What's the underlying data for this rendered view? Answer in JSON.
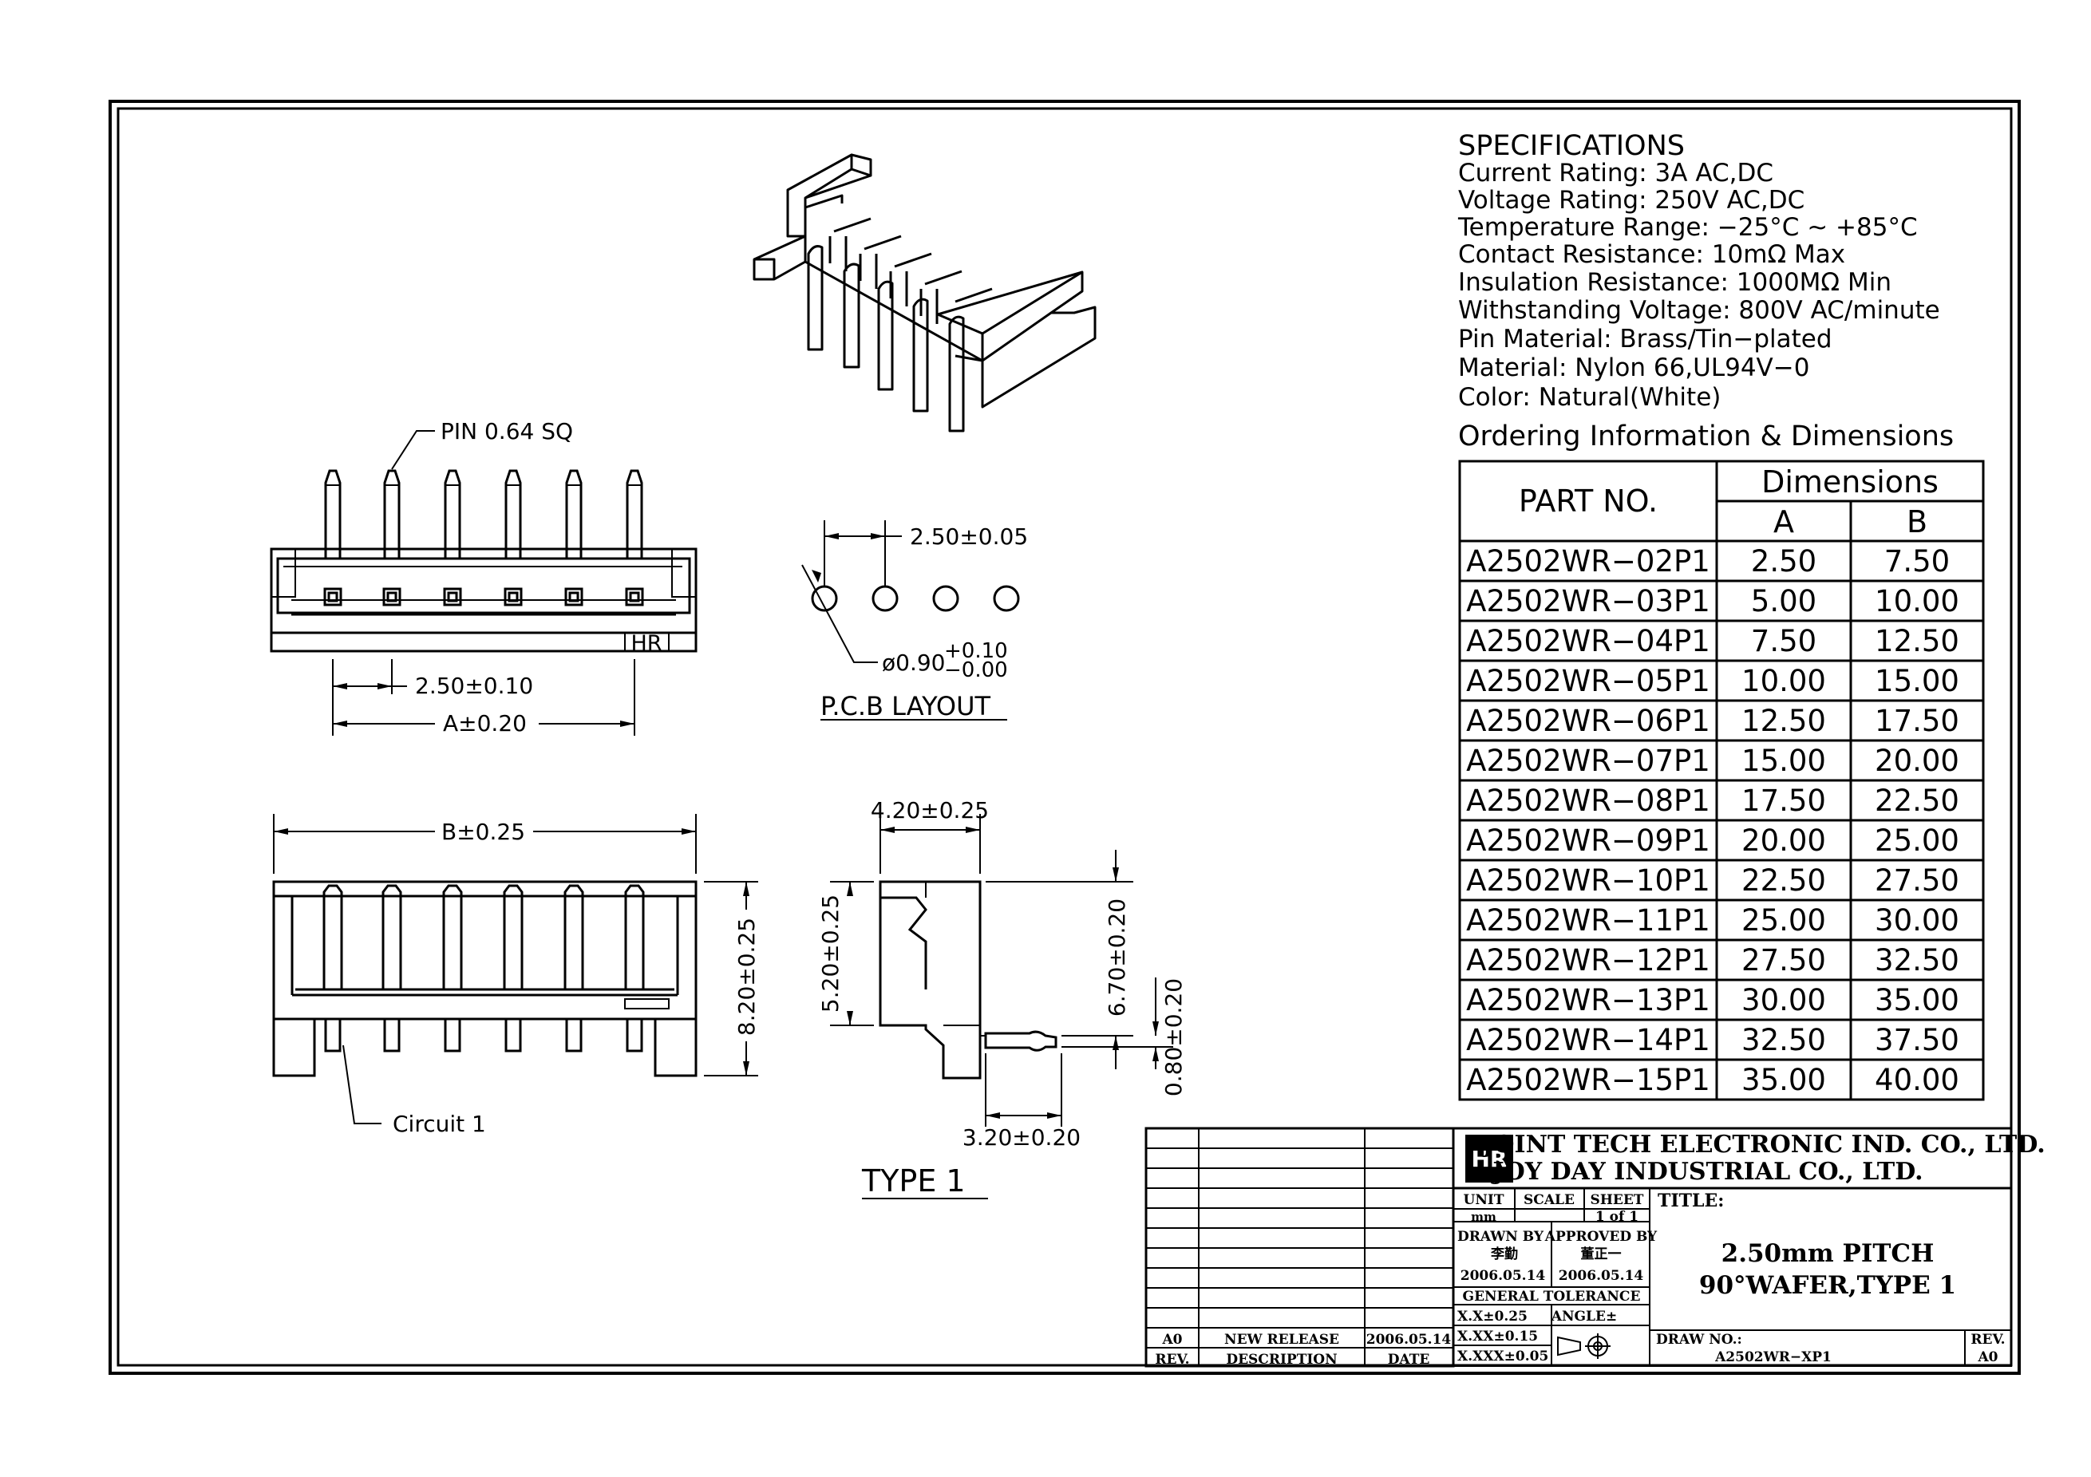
{
  "specs": {
    "title": "SPECIFICATIONS",
    "lines": [
      "Current  Rating:  3A  AC,DC",
      "Voltage  Rating:  250V  AC,DC",
      "Temperature  Range:  −25°C  ~  +85°C",
      "Contact  Resistance:  10mΩ  Max",
      "Insulation  Resistance:  1000MΩ  Min",
      "Withstanding  Voltage:  800V  AC/minute",
      "Pin  Material:  Brass/Tin−plated",
      "Material:  Nylon  66,UL94V−0",
      "Color:  Natural(White)"
    ],
    "ordering_title": "Ordering  Information  &  Dimensions"
  },
  "table": {
    "part_no_header": "PART  NO.",
    "dimensions_header": "Dimensions",
    "col_a": "A",
    "col_b": "B",
    "rows": [
      [
        "A2502WR−02P1",
        "2.50",
        "7.50"
      ],
      [
        "A2502WR−03P1",
        "5.00",
        "10.00"
      ],
      [
        "A2502WR−04P1",
        "7.50",
        "12.50"
      ],
      [
        "A2502WR−05P1",
        "10.00",
        "15.00"
      ],
      [
        "A2502WR−06P1",
        "12.50",
        "17.50"
      ],
      [
        "A2502WR−07P1",
        "15.00",
        "20.00"
      ],
      [
        "A2502WR−08P1",
        "17.50",
        "22.50"
      ],
      [
        "A2502WR−09P1",
        "20.00",
        "25.00"
      ],
      [
        "A2502WR−10P1",
        "22.50",
        "27.50"
      ],
      [
        "A2502WR−11P1",
        "25.00",
        "30.00"
      ],
      [
        "A2502WR−12P1",
        "27.50",
        "32.50"
      ],
      [
        "A2502WR−13P1",
        "30.00",
        "35.00"
      ],
      [
        "A2502WR−14P1",
        "32.50",
        "37.50"
      ],
      [
        "A2502WR−15P1",
        "35.00",
        "40.00"
      ]
    ]
  },
  "dims": {
    "pin": "PIN  0.64  SQ",
    "pitch_front": "2.50±0.10",
    "a": "A±0.20",
    "hr": "HR",
    "pcb_pitch": "2.50±0.05",
    "hole": "ø0.90",
    "hole_plus": "+0.10",
    "hole_minus": "−0.00",
    "pcb_layout": "P.C.B  LAYOUT",
    "b": "B±0.25",
    "height_total": "8.20±0.25",
    "circuit": "Circuit  1",
    "side_width": "4.20±0.25",
    "side_height": "5.20±0.25",
    "pin_height": "6.70±0.20",
    "pin_offset": "0.80±0.20",
    "pin_len": "3.20±0.20",
    "type": "TYPE  1"
  },
  "title_block": {
    "company1": "JOINT  TECH  ELECTRONIC  IND.  CO.,  LTD.",
    "company2": "JOY  DAY  INDUSTRIAL  CO.,  LTD.",
    "unit_label": "UNIT",
    "unit_value": "mm",
    "scale_label": "SCALE",
    "sheet_label": "SHEET",
    "sheet_value": "1  of  1",
    "title_label": "TITLE:",
    "title_line1": "2.50mm  PITCH",
    "title_line2": "90°WAFER,TYPE  1",
    "drawn_by_label": "DRAWN  BY",
    "drawn_by": "李勤",
    "drawn_date": "2006.05.14",
    "approved_label": "APPROVED  BY",
    "approved_by": "董正一",
    "approved_date": "2006.05.14",
    "tolerance_label": "GENERAL  TOLERANCE",
    "tol1": "X.X±0.25",
    "tol2": "X.XX±0.15",
    "tol3": "X.XXX±0.05",
    "angle_label": "ANGLE±",
    "draw_no_label": "DRAW  NO.:",
    "draw_no": "A2502WR−XP1",
    "rev_label": "REV.",
    "rev_value": "A0",
    "rev_col": "REV.",
    "desc_col": "DESCRIPTION",
    "date_col": "DATE",
    "rev_entry": "A0",
    "desc_entry": "NEW  RELEASE",
    "date_entry": "2006.05.14",
    "logo": "HR"
  }
}
